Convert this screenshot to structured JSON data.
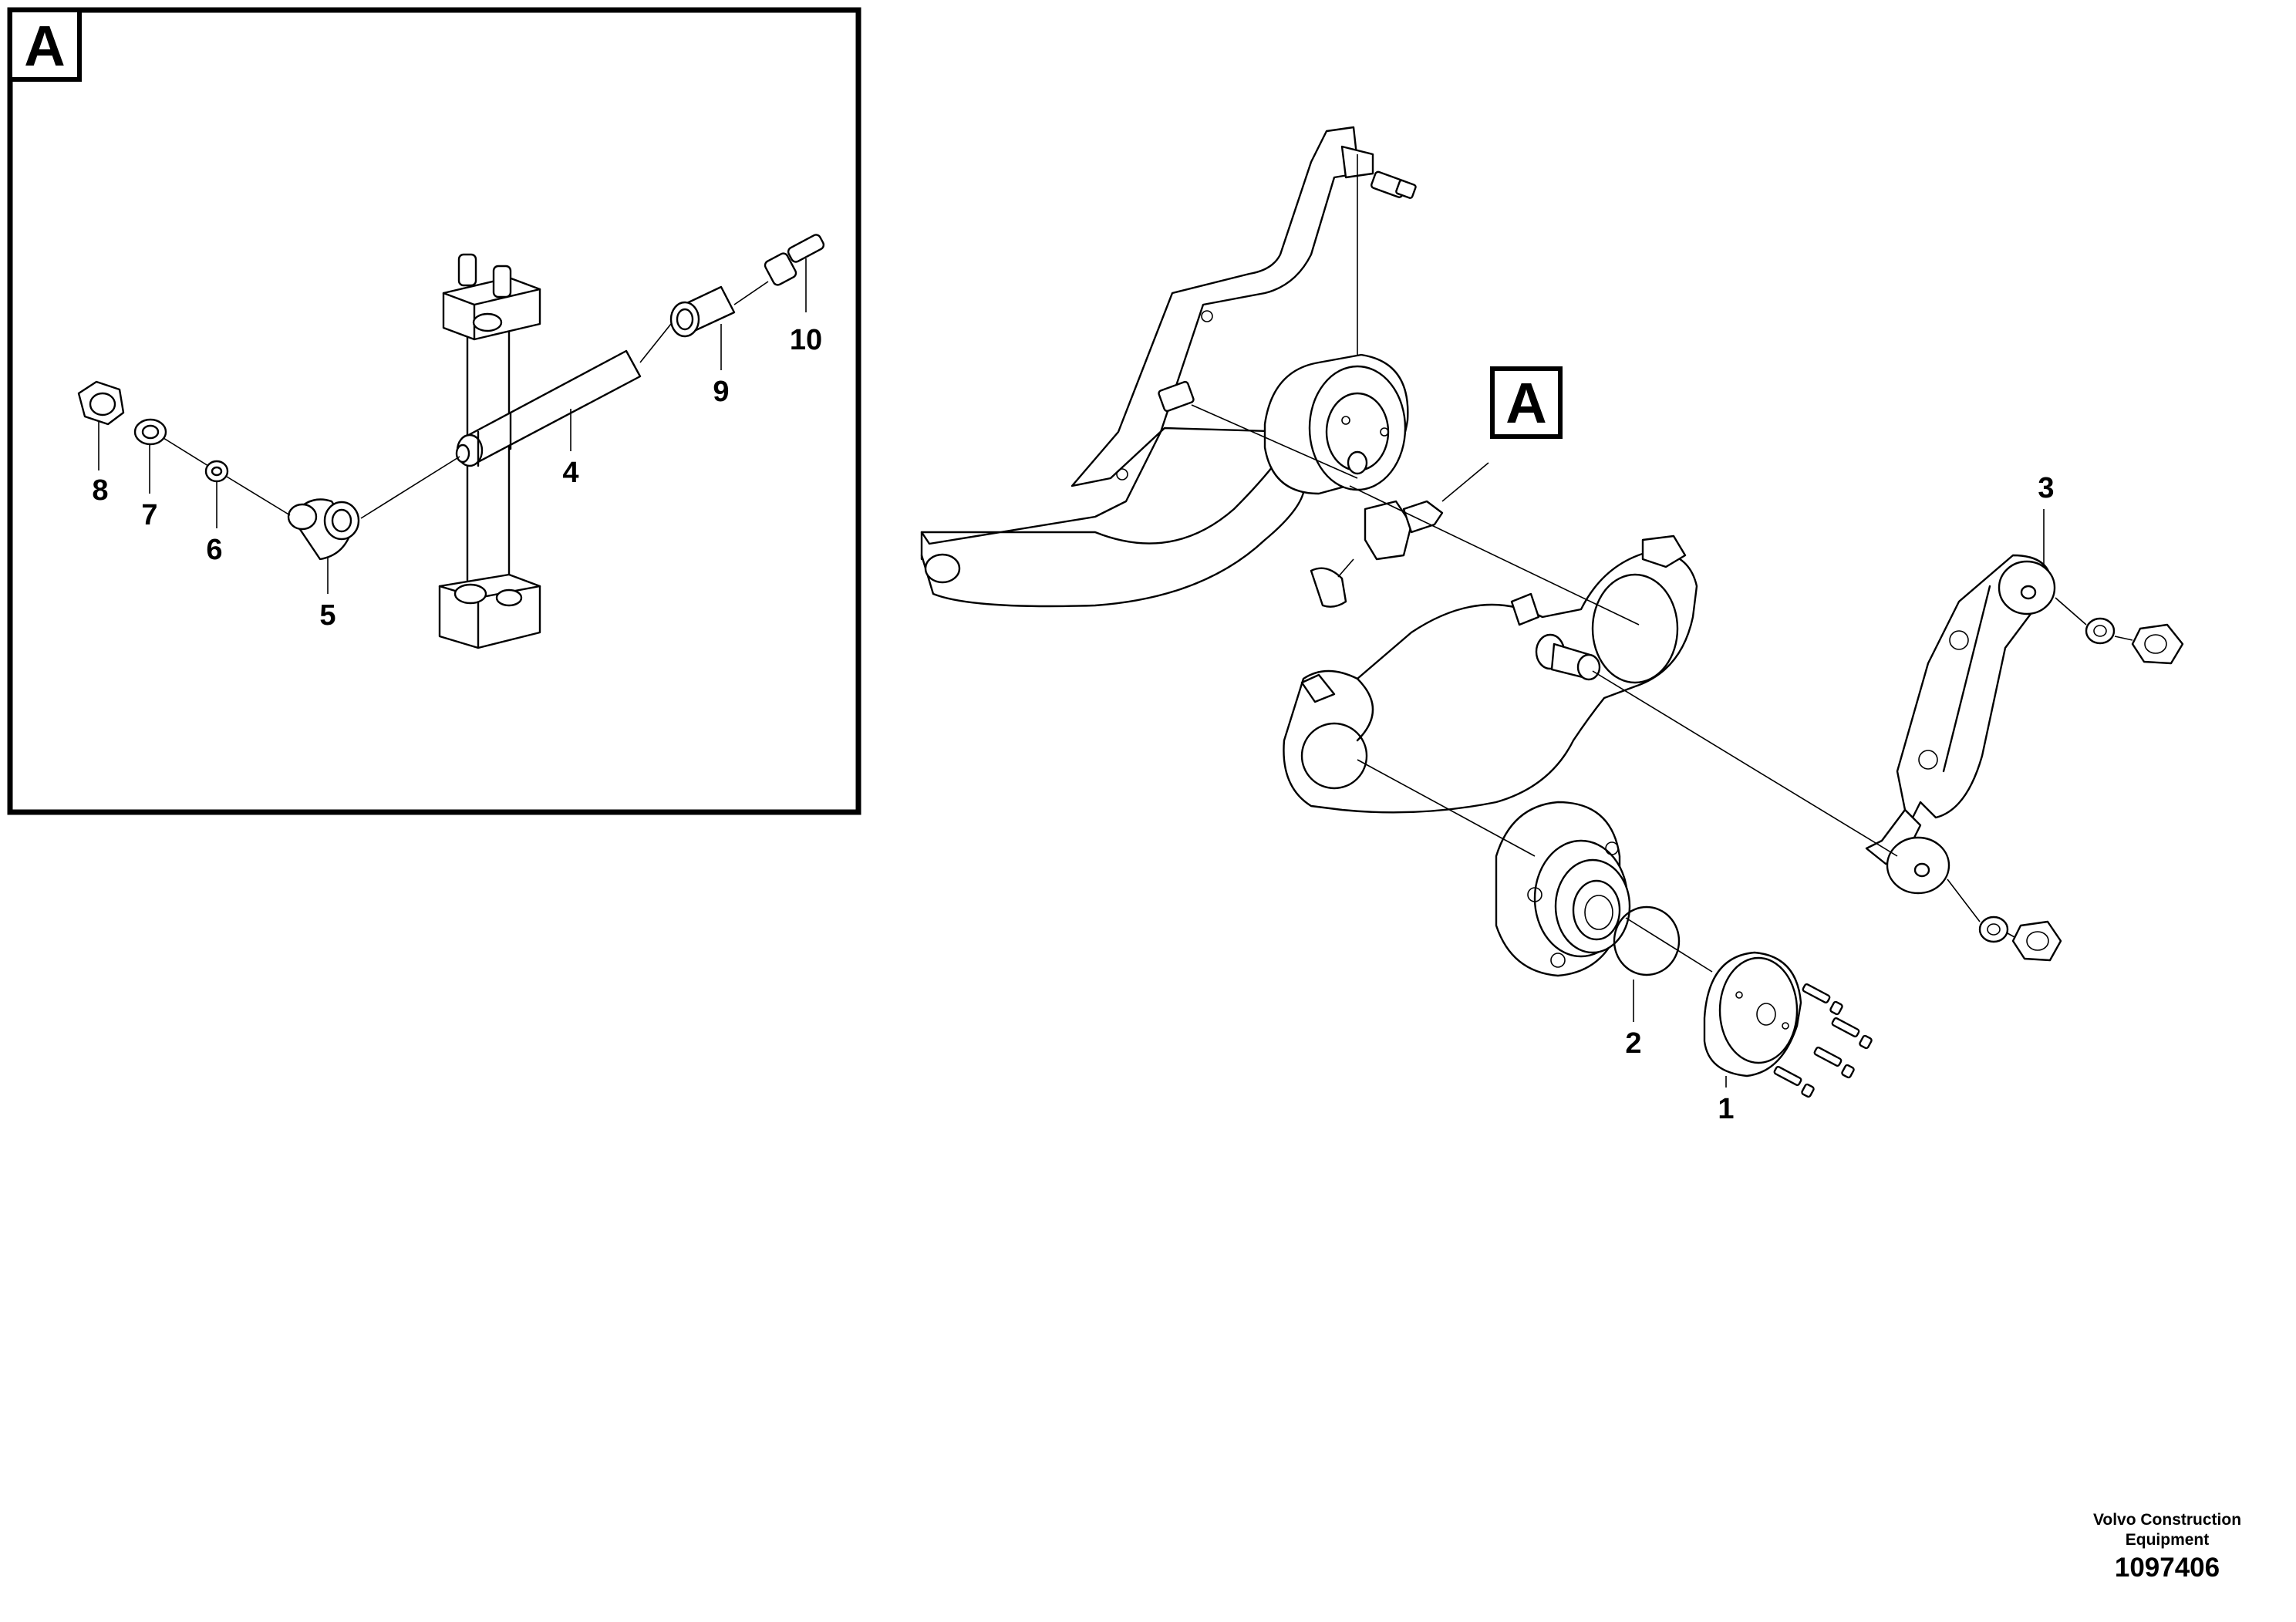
{
  "detail": {
    "tag": "A"
  },
  "main": {
    "tag": "A"
  },
  "callouts": {
    "c1": "1",
    "c2": "2",
    "c3": "3",
    "c4": "4",
    "c5": "5",
    "c6": "6",
    "c7": "7",
    "c8": "8",
    "c9": "9",
    "c10": "10"
  },
  "footer": {
    "company_line1": "Volvo Construction",
    "company_line2": "Equipment",
    "figure_number": "1097406"
  }
}
